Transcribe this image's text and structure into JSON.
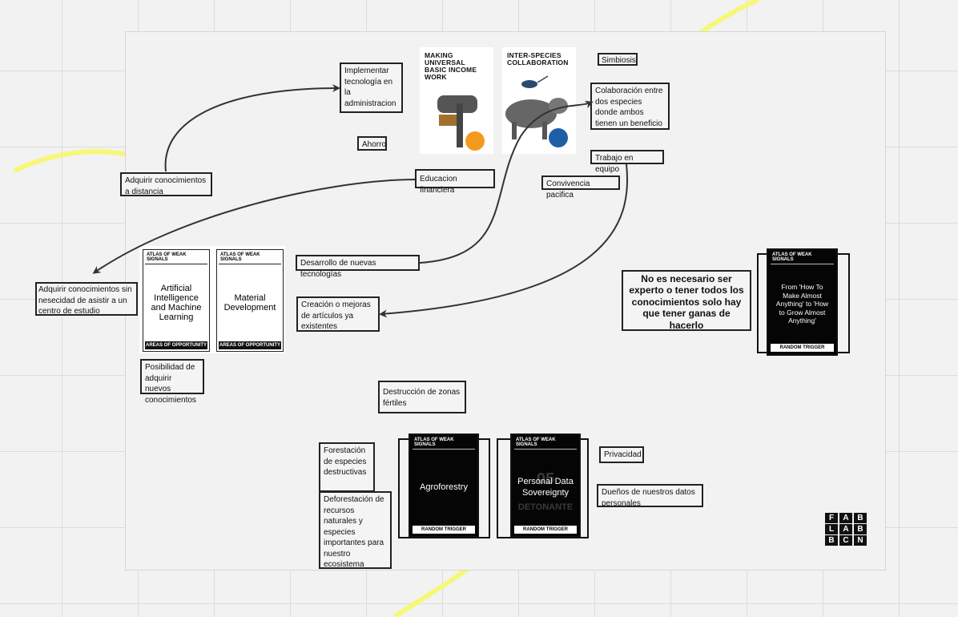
{
  "notes": {
    "implementar": "Implementar tecnología en la administracion",
    "simbiosis": "Simbiosis",
    "colaboracion": "Colaboración entre dos especies donde ambos tienen un beneficio",
    "trabajo": "Trabajo en equipo",
    "convivencia": "Convivencia pacifica",
    "ahorro": "Ahorro",
    "educacion": "Educacion financiera",
    "adquirir_distancia": "Adquirir conocimientos a distancia",
    "adquirir_sin": "Adquirir conocimientos sin nesecidad de asistir a un centro de estudio",
    "desarrollo": "Desarrollo de nuevas tecnologías",
    "creacion": "Creación o mejoras de artículos ya existentes",
    "posibilidad": "Posibilidad de adquirir nuevos conocimientos",
    "destruccion": "Destrucción de zonas fértiles",
    "forestacion": "Forestación de especies destructivas",
    "deforestacion": "Deforestación de recursos naturales y especies importantes para nuestro ecosistema",
    "privacidad": "Privacidad",
    "duenos": "Dueños de nuestros datos personales",
    "experto": "No es necesario ser experto o tener todos los conocimientos solo hay que tener ganas de hacerlo"
  },
  "books": {
    "ubi": "MAKING UNIVERSAL BASIC INCOME WORK",
    "interspecies": "INTER-SPECIES COLLABORATION"
  },
  "cards": {
    "header": "ATLAS OF WEAK SIGNALS",
    "footer": "AREAS OF OPPORTUNITY",
    "ai": "Artificial Intelligence and Machine Learning",
    "material": "Material Development"
  },
  "dark_cards": {
    "header": "ATLAS OF WEAK SIGNALS",
    "footer": "RANDOM TRIGGER",
    "agro": "Agroforestry",
    "personal": "Personal Data Sovereignty",
    "personal_num": "05",
    "personal_ghost": "DETONANTE",
    "howto": "From 'How To Make Almost Anything' to 'How to Grow Almost Anything'"
  },
  "logo": [
    "F",
    "A",
    "B",
    "L",
    "A",
    "B",
    "B",
    "C",
    "N"
  ],
  "colors": {
    "highlight": "#f7f76a",
    "ink": "#222222",
    "accent_orange": "#f39a1e",
    "accent_blue": "#1f5fa8"
  }
}
